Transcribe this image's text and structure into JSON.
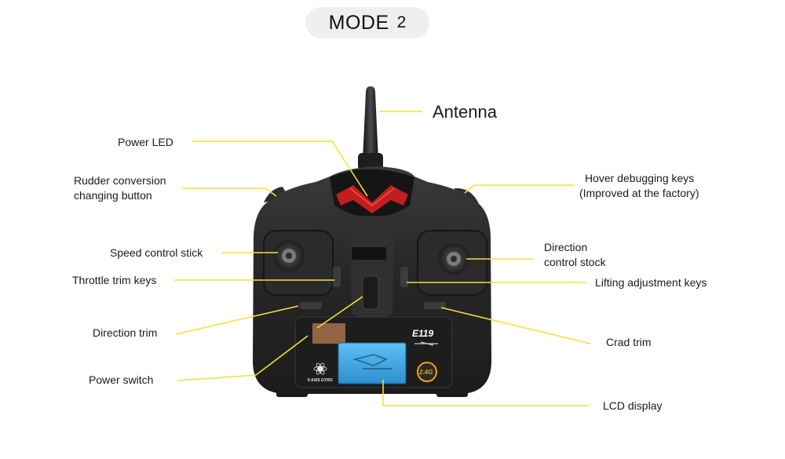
{
  "header": {
    "mode_word": "MODE",
    "mode_number": "2"
  },
  "labels": {
    "antenna": "Antenna",
    "power_led": "Power LED",
    "rudder_line1": "Rudder conversion",
    "rudder_line2": "changing button",
    "hover_line1": "Hover debugging keys",
    "hover_line2": "(Improved at the factory)",
    "speed_stick": "Speed control stick",
    "direction_stock_line1": "Direction",
    "direction_stock_line2": "control stock",
    "throttle_trim": "Throttle trim keys",
    "lifting_keys": "Lifting adjustment keys",
    "direction_trim": "Direction trim",
    "crad_trim": "Crad trim",
    "power_switch": "Power switch",
    "lcd_display": "LCD display"
  },
  "device": {
    "model": "E119",
    "frequency_badge": "2.4G",
    "gyro_text": "6 AXIS GYRO"
  },
  "colors": {
    "leader_line": "#f2e23a",
    "lcd_screen": "#3fa9e6",
    "body": "#2a2a2a",
    "led": "#d21f1f",
    "mode_pill": "#efefef"
  }
}
